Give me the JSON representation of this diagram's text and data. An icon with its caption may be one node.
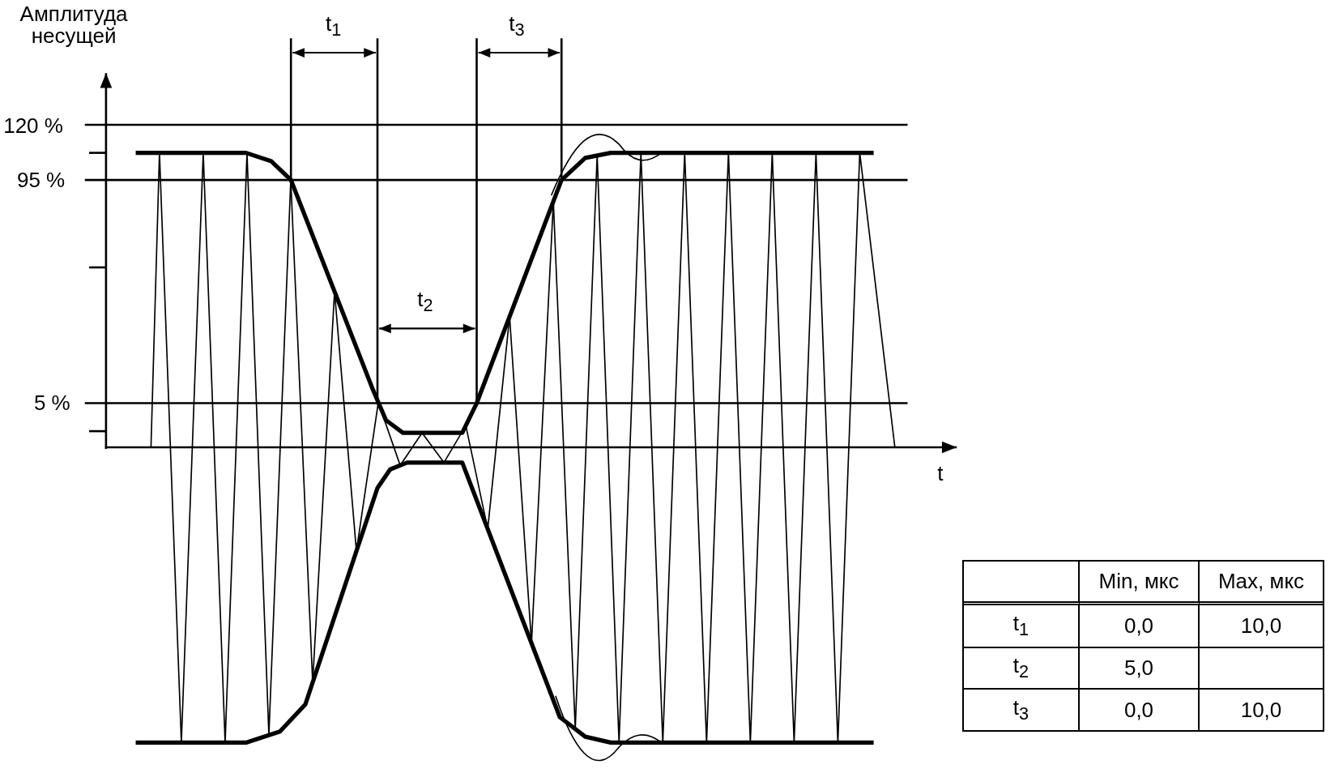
{
  "diagram": {
    "labels": [
      "Амплитуда несущей",
      "120 %",
      "95 %",
      "5 %",
      "t",
      "t$_{1}$",
      "t$_{3}$",
      "t$_{2}$",
      "Min, мкс",
      "Max, мкс",
      "t$_{1}$",
      "0,0",
      "10,0",
      "t$_{2}$",
      "5,0",
      "t$_{3}$",
      "0,0",
      "10,0"
    ]
  }
}
